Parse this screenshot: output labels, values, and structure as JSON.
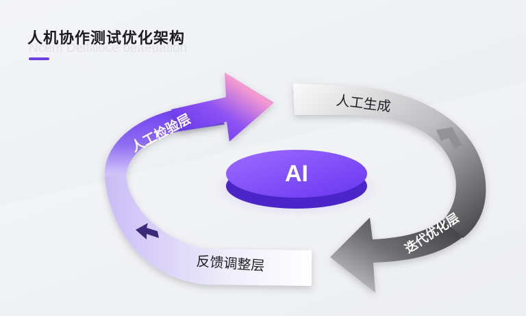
{
  "title": "人机协作测试优化架构",
  "subtitle": "Ncem Delfilloce beaeuation",
  "center": {
    "label": "AI"
  },
  "stages": {
    "human_review": "人工检验层",
    "human_generate": "人工生成",
    "iterate_optimize": "迭代优化层",
    "feedback_adjust": "反馈调整层"
  },
  "colors": {
    "accent": "#6b3fe0",
    "purple_dark": "#6a38f0",
    "purple_light": "#c6b8f7",
    "pink": "#f59ad0",
    "blue": "#6fb2f2",
    "gray_dark": "#3e3e42",
    "gray_light": "#ededed"
  }
}
